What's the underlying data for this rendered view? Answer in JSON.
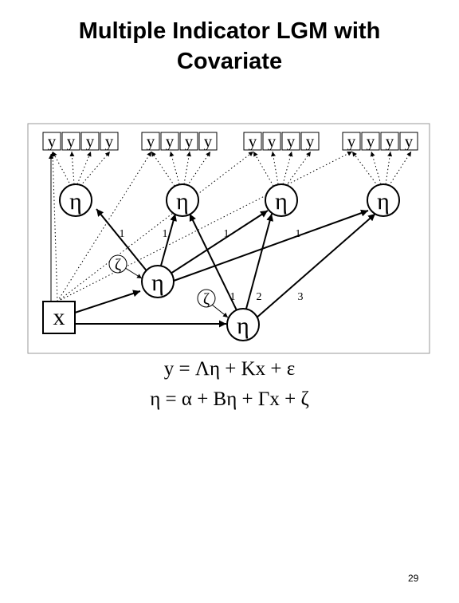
{
  "title": {
    "line1": "Multiple Indicator LGM with",
    "line2": "Covariate"
  },
  "diagram": {
    "indicator_label": "y",
    "factor_label": "η",
    "disturbance_label": "ζ",
    "covariate_label": "x",
    "loadings_first_order": [
      "1",
      "1",
      "1",
      "1"
    ],
    "loadings_growth": [
      "1",
      "2",
      "3"
    ]
  },
  "equations": {
    "measurement": "y = Λη + Κx + ε",
    "structural": "η = α + Βη + Γx + ζ"
  },
  "page_number": "29"
}
